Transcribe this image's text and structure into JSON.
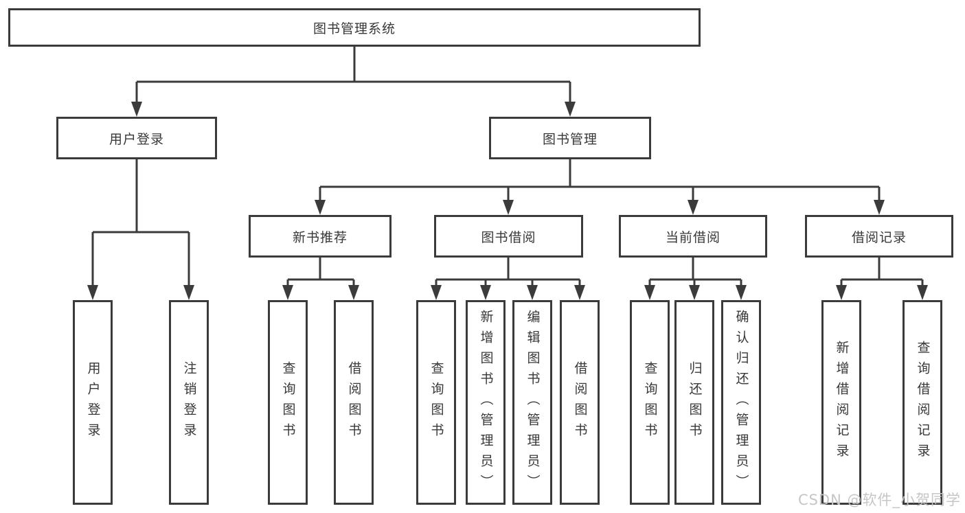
{
  "diagram": {
    "type": "hierarchy-tree",
    "title": "图书管理系统",
    "watermark": "CSDN @软件_小贺同学",
    "colors": {
      "line": "#3b3b3b",
      "text": "#383838",
      "box_background": "#ffffff",
      "watermark": "#c6c6c6"
    },
    "nodes": {
      "root": {
        "label": "图书管理系统"
      },
      "level2": [
        {
          "label": "用户登录"
        },
        {
          "label": "图书管理"
        }
      ],
      "level3": [
        {
          "label": "新书推荐",
          "parent": "图书管理"
        },
        {
          "label": "图书借阅",
          "parent": "图书管理"
        },
        {
          "label": "当前借阅",
          "parent": "图书管理"
        },
        {
          "label": "借阅记录",
          "parent": "图书管理"
        }
      ],
      "level4": [
        {
          "label": "用户登录",
          "parent": "用户登录"
        },
        {
          "label": "注销登录",
          "parent": "用户登录"
        },
        {
          "label": "查询图书",
          "parent": "新书推荐"
        },
        {
          "label": "借阅图书",
          "parent": "新书推荐"
        },
        {
          "label": "查询图书",
          "parent": "图书借阅"
        },
        {
          "label": "新增图书（管理员）",
          "parent": "图书借阅"
        },
        {
          "label": "编辑图书（管理员）",
          "parent": "图书借阅"
        },
        {
          "label": "借阅图书",
          "parent": "图书借阅"
        },
        {
          "label": "查询图书",
          "parent": "当前借阅"
        },
        {
          "label": "归还图书",
          "parent": "当前借阅"
        },
        {
          "label": "确认归还（管理员）",
          "parent": "当前借阅"
        },
        {
          "label": "新增借阅记录",
          "parent": "借阅记录"
        },
        {
          "label": "查询借阅记录",
          "parent": "借阅记录"
        }
      ]
    }
  }
}
